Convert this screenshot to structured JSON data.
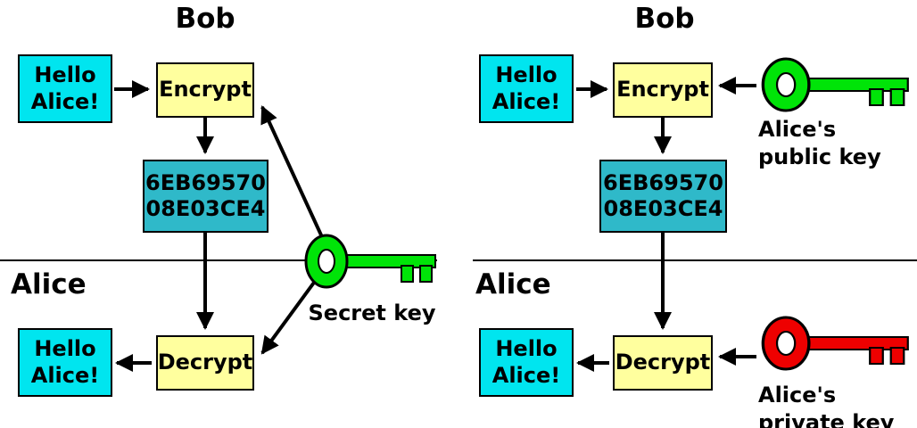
{
  "colors": {
    "message_fill": "#00e5ef",
    "process_fill": "#ffff9e",
    "cipher_fill": "#2fb9c9",
    "secret_key_fill": "#00e408",
    "public_key_fill": "#00e408",
    "private_key_fill": "#ee0000"
  },
  "left_panel": {
    "sender": "Bob",
    "receiver": "Alice",
    "plaintext_top": "Hello\nAlice!",
    "encrypt": "Encrypt",
    "ciphertext": "6EB69570\n08E03CE4",
    "decrypt": "Decrypt",
    "plaintext_bottom": "Hello\nAlice!",
    "key_label": "Secret key"
  },
  "right_panel": {
    "sender": "Bob",
    "receiver": "Alice",
    "plaintext_top": "Hello\nAlice!",
    "encrypt": "Encrypt",
    "ciphertext": "6EB69570\n08E03CE4",
    "decrypt": "Decrypt",
    "plaintext_bottom": "Hello\nAlice!",
    "public_key_label": "Alice's\npublic key",
    "private_key_label": "Alice's\nprivate key"
  }
}
